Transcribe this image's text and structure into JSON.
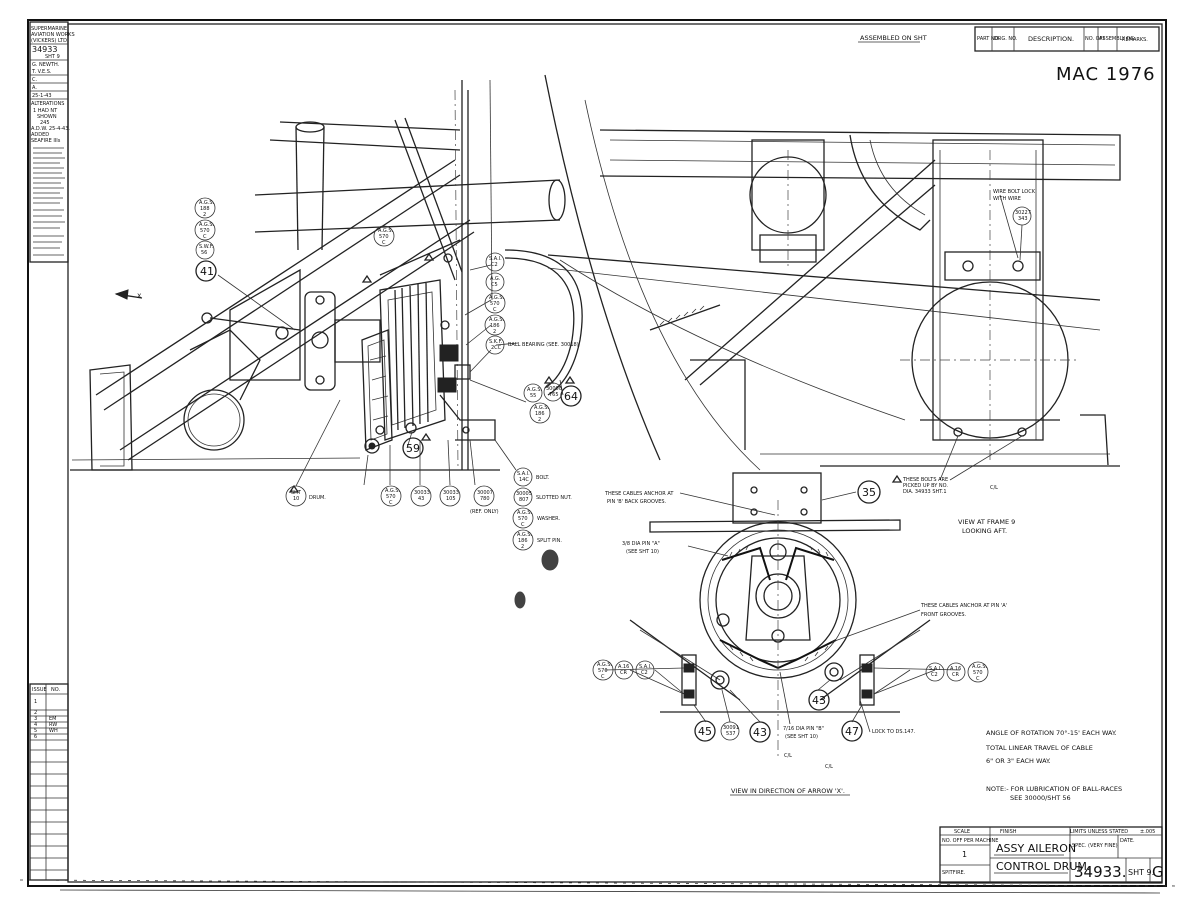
{
  "handwritten_note": "MAC 1976",
  "header": {
    "assembled_on": "ASSEMBLED ON SHT",
    "columns": [
      "PART NO.",
      "DRG. NO.",
      "DESCRIPTION.",
      "NO. OFF",
      "ASSEMBLY DG.",
      "REMARKS."
    ]
  },
  "left_strip": {
    "company": [
      "SUPERMARINE",
      "AVIATION WORKS",
      "(VICKERS) LTD."
    ],
    "drawing_no": "34933",
    "sheet": "SHT 9",
    "names": [
      "G. NEWTH.",
      "T. V.E.S."
    ],
    "letters": [
      "C.",
      "A."
    ],
    "date": "25-1-43",
    "alterations_label": "ALTERATIONS",
    "alteration_lines": [
      "1 HAD NT",
      "SHOWN",
      "245",
      "A.D.W. 25-4-43.",
      "ADDED",
      "SEAFIRE IIIs"
    ],
    "issue_label": "ISSUE",
    "issue_no_label": "NO.",
    "issues": [
      "1",
      "2",
      "3",
      "4",
      "5",
      "6"
    ],
    "issue_initials": [
      "",
      "",
      "EM",
      "RW",
      "WH",
      ""
    ]
  },
  "balloons": [
    {
      "id": "41",
      "text": "41"
    },
    {
      "id": "59",
      "text": "59"
    },
    {
      "id": "64",
      "text": "64"
    },
    {
      "id": "35",
      "text": "35"
    },
    {
      "id": "43a",
      "text": "43"
    },
    {
      "id": "43b",
      "text": "43"
    },
    {
      "id": "45",
      "text": "45"
    },
    {
      "id": "47",
      "text": "47"
    }
  ],
  "part_refs": [
    {
      "id": "r1",
      "lines": [
        "A.G.S.",
        "188",
        "2"
      ]
    },
    {
      "id": "r2",
      "lines": [
        "A.G.S.",
        "570",
        "C"
      ]
    },
    {
      "id": "r3",
      "lines": [
        "S.W.F.",
        "56"
      ]
    },
    {
      "id": "r4",
      "lines": [
        "A.G.S.",
        "570",
        "C"
      ]
    },
    {
      "id": "r5",
      "lines": [
        "S.A.I.",
        "C2"
      ]
    },
    {
      "id": "r6",
      "lines": [
        "A.G.",
        "C5"
      ]
    },
    {
      "id": "r7",
      "lines": [
        "A.G.S.",
        "570",
        "C"
      ]
    },
    {
      "id": "r8",
      "lines": [
        "A.G.S.",
        "186",
        "2"
      ]
    },
    {
      "id": "r9",
      "lines": [
        "S.K.F.",
        "2CC"
      ]
    },
    {
      "id": "r10",
      "lines": [
        "A.G.S.",
        "55"
      ]
    },
    {
      "id": "r11",
      "lines": [
        "30000",
        "765"
      ]
    },
    {
      "id": "r12",
      "lines": [
        "A.G.S.",
        "186",
        "2"
      ]
    },
    {
      "id": "r13",
      "lines": [
        "SHT",
        "10"
      ]
    },
    {
      "id": "r14",
      "lines": [
        "A.G.S.",
        "570",
        "C"
      ]
    },
    {
      "id": "r15",
      "lines": [
        "30033",
        "43"
      ]
    },
    {
      "id": "r16",
      "lines": [
        "30033",
        "105"
      ]
    },
    {
      "id": "r17",
      "lines": [
        "30007",
        "780"
      ]
    },
    {
      "id": "r18",
      "lines": [
        "S.A.I.",
        "14C"
      ]
    },
    {
      "id": "r19",
      "lines": [
        "30005",
        "807"
      ]
    },
    {
      "id": "r20",
      "lines": [
        "A.G.S.",
        "570",
        "C"
      ]
    },
    {
      "id": "r21",
      "lines": [
        "A.G.S.",
        "186",
        "2"
      ]
    },
    {
      "id": "r22",
      "lines": [
        "30227",
        "343"
      ]
    },
    {
      "id": "r23",
      "lines": [
        "A.G.S.",
        "570",
        "C"
      ]
    },
    {
      "id": "r24",
      "lines": [
        "A.16",
        "CR"
      ]
    },
    {
      "id": "r25",
      "lines": [
        "S.A.I.",
        "C2"
      ]
    },
    {
      "id": "r26",
      "lines": [
        "S.A.I.",
        "C2"
      ]
    },
    {
      "id": "r27",
      "lines": [
        "A.16",
        "CR"
      ]
    },
    {
      "id": "r28",
      "lines": [
        "A.G.S.",
        "570",
        "C"
      ]
    },
    {
      "id": "r29",
      "lines": [
        "30091",
        "537"
      ]
    }
  ],
  "notes": {
    "ball_bearing": "BALL BEARING (SEE. 30018)",
    "bolt": "BOLT.",
    "slotted_nut": "SLOTTED NUT.",
    "washer": "WASHER.",
    "split_pin": "SPLIT PIN.",
    "drum": "DRUM.",
    "ref_only": "(REF. ONLY)",
    "cables_back": [
      "THESE CABLES ANCHOR AT",
      "PIN 'B' BACK GROOVES."
    ],
    "dia_pin_a": [
      "3/8 DIA PIN \"A\"",
      "(SEE SHT 10)"
    ],
    "cables_front": [
      "THESE CABLES ANCHOR AT PIN 'A'",
      "FRONT GROOVES."
    ],
    "dia_pin_b": [
      "7/16 DIA PIN \"B\"",
      "(SEE SHT 10)"
    ],
    "lock_to": "LOCK TO DS.147.",
    "wire_lock": [
      "WIRE BOLT LOCK",
      "WITH WIRE"
    ],
    "these_bolts": [
      "THESE BOLTS ARE",
      "PICKED UP BY NO.",
      "DIA. 34933 SHT.1"
    ],
    "view_frame": [
      "VIEW AT FRAME 9",
      "LOOKING AFT."
    ],
    "view_arrow": "VIEW IN DIRECTION OF ARROW 'X'.",
    "angle": "ANGLE OF ROTATION 70°-15' EACH WAY.",
    "travel": [
      "TOTAL LINEAR TRAVEL OF CABLE",
      "6\" OR 3\" EACH WAY."
    ],
    "lube": [
      "NOTE:- FOR LUBRICATION OF BALL-RACES",
      "SEE 30000/SHT 56"
    ],
    "arrow_x": "X",
    "cl1": "C/L",
    "cl2": "C/L",
    "cl3": "C/L"
  },
  "title_block": {
    "scale_label": "SCALE",
    "finish_label": "FINISH",
    "limits_label": "LIMITS UNLESS STATED",
    "limits_val": "±.005",
    "date_label": "DATE.",
    "spec_label": "SPEC. (VERY FINE)",
    "machine_label": "NO. OFF PER MACHINE",
    "qty": "1",
    "title1": "ASSY AILERON",
    "title2": "CONTROL DRUM.",
    "aircraft": "SPITFIRE.",
    "drawing_no": "34933.",
    "sheet": "SHT 9.",
    "issue": "G"
  }
}
